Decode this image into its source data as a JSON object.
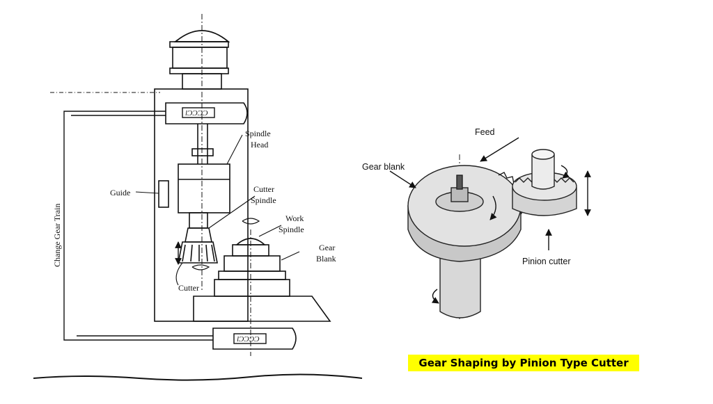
{
  "left_figure": {
    "labels": {
      "change_gear_train": "Change Gear Train",
      "spindle_head_1": "Spindle",
      "spindle_head_2": "Head",
      "guide": "Guide",
      "cutter_spindle_1": "Cutter",
      "cutter_spindle_2": "Spindle",
      "work_spindle_1": "Work",
      "work_spindle_2": "Spindle",
      "gear_blank_1": "Gear",
      "gear_blank_2": "Blank",
      "cutter": "Cutter"
    }
  },
  "right_figure": {
    "labels": {
      "feed": "Feed",
      "gear_blank": "Gear blank",
      "pinion_cutter": "Pinion cutter"
    }
  },
  "caption": "Gear Shaping by Pinion Type Cutter",
  "colors": {
    "caption_bg": "#ffff00",
    "ink": "#111111"
  }
}
